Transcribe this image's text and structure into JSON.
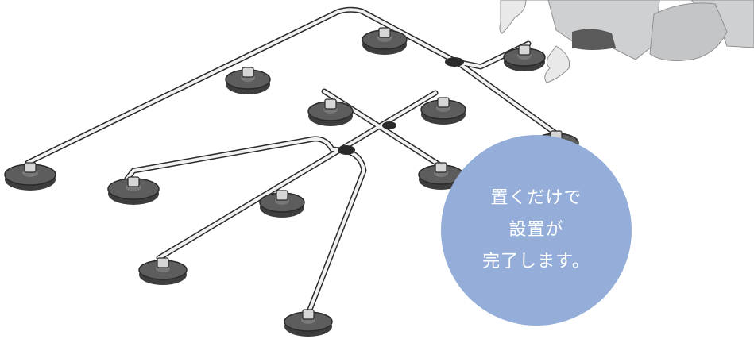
{
  "callout": {
    "lines": [
      "置くだけで",
      "設置が",
      "完了します。"
    ],
    "bg_color": "#94aed9",
    "text_color": "#ffffff"
  },
  "illustration": {
    "pipe_color": "#f2f2f2",
    "pipe_outline": "#2a2a2a",
    "base_color": "#555555",
    "sleeve_color": "#d6d6d6"
  }
}
